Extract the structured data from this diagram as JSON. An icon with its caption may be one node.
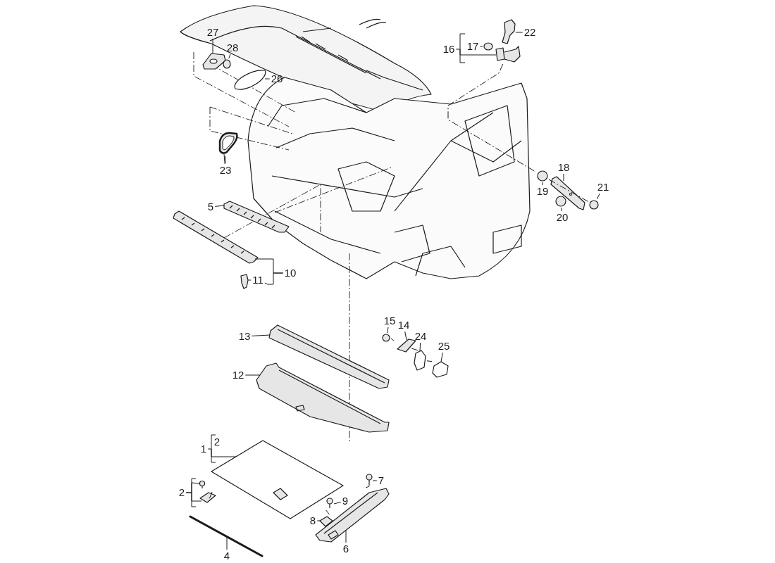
{
  "diagram": {
    "nodes": [
      {
        "text": [
          "27"
        ]
      },
      {
        "text": [],
        "shape": "picture"
      },
      {
        "text": [
          "28"
        ]
      },
      {
        "text": [],
        "shape": "circle"
      },
      {
        "text": [
          "26"
        ]
      },
      {
        "text": [],
        "shape": "picture"
      },
      {
        "text": [
          "22"
        ]
      },
      {
        "text": [],
        "shape": "picture"
      },
      {
        "text": [
          "16"
        ]
      },
      {
        "text": [
          "17"
        ]
      },
      {
        "text": [],
        "shape": "circle"
      },
      {
        "text": [],
        "shape": "picture"
      },
      {
        "text": [
          "23"
        ]
      },
      {
        "text": [],
        "shape": "picture"
      },
      {
        "text": [
          "18"
        ]
      },
      {
        "text": [],
        "shape": "picture"
      },
      {
        "text": [
          "19"
        ]
      },
      {
        "text": [],
        "shape": "circle"
      },
      {
        "text": [
          "21"
        ]
      },
      {
        "text": [],
        "shape": "circle"
      },
      {
        "text": [
          "20"
        ]
      },
      {
        "text": [],
        "shape": "circle"
      },
      {
        "text": [
          "5"
        ]
      },
      {
        "text": [],
        "shape": "picture"
      },
      {
        "text": [
          "10"
        ]
      },
      {
        "text": [],
        "shape": "picture"
      },
      {
        "text": [
          "11"
        ]
      },
      {
        "text": [],
        "shape": "picture"
      },
      {
        "text": [
          "13"
        ]
      },
      {
        "text": [],
        "shape": "picture"
      },
      {
        "text": [
          "15"
        ]
      },
      {
        "text": [],
        "shape": "circle"
      },
      {
        "text": [
          "14"
        ]
      },
      {
        "text": [],
        "shape": "picture"
      },
      {
        "text": [
          "24"
        ]
      },
      {
        "text": [],
        "shape": "picture"
      },
      {
        "text": [
          "25"
        ]
      },
      {
        "text": [],
        "shape": "picture"
      },
      {
        "text": [
          "12"
        ]
      },
      {
        "text": [],
        "shape": "picture"
      },
      {
        "text": [
          "1"
        ]
      },
      {
        "text": [],
        "shape": "picture"
      },
      {
        "text": [
          "2"
        ]
      },
      {
        "text": [],
        "shape": "picture"
      },
      {
        "text": [],
        "shape": "picture"
      },
      {
        "text": [
          "4"
        ]
      },
      {
        "text": [],
        "shape": "picture"
      },
      {
        "text": [
          "6"
        ]
      },
      {
        "text": [],
        "shape": "picture"
      },
      {
        "text": [
          "7"
        ]
      },
      {
        "text": [],
        "shape": "picture"
      },
      {
        "text": [
          "9"
        ]
      },
      {
        "text": [],
        "shape": "picture"
      },
      {
        "text": [
          "8"
        ]
      },
      {
        "text": [],
        "shape": "picture"
      }
    ],
    "edges": [
      {
        "from": 0,
        "to": 1,
        "arrow": "none"
      },
      {
        "from": 2,
        "to": 3,
        "arrow": "none"
      },
      {
        "from": 4,
        "to": 5,
        "arrow": "none"
      },
      {
        "from": 6,
        "to": 7,
        "arrow": "none"
      },
      {
        "from": 8,
        "to": 11,
        "arrow": "none"
      },
      {
        "from": 9,
        "to": 10,
        "arrow": "none"
      },
      {
        "from": 12,
        "to": 13,
        "arrow": "none"
      },
      {
        "from": 14,
        "to": 15,
        "arrow": "none"
      },
      {
        "from": 16,
        "to": 17,
        "arrow": "none"
      },
      {
        "from": 18,
        "to": 19,
        "arrow": "none"
      },
      {
        "from": 20,
        "to": 21,
        "arrow": "none"
      },
      {
        "from": 22,
        "to": 23,
        "arrow": "none"
      },
      {
        "from": 24,
        "to": 25,
        "arrow": "none"
      },
      {
        "from": 26,
        "to": 27,
        "arrow": "none"
      },
      {
        "from": 28,
        "to": 29,
        "arrow": "none"
      },
      {
        "from": 30,
        "to": 31,
        "arrow": "none"
      },
      {
        "from": 32,
        "to": 33,
        "arrow": "none"
      },
      {
        "from": 34,
        "to": 35,
        "arrow": "none"
      },
      {
        "from": 36,
        "to": 37,
        "arrow": "none"
      },
      {
        "from": 38,
        "to": 39,
        "arrow": "none"
      },
      {
        "from": 40,
        "to": 41,
        "arrow": "none"
      },
      {
        "from": 42,
        "to": 43,
        "arrow": "none"
      },
      {
        "from": 42,
        "to": 44,
        "arrow": "none"
      },
      {
        "from": 45,
        "to": 46,
        "arrow": "none"
      },
      {
        "from": 47,
        "to": 48,
        "arrow": "none"
      },
      {
        "from": 49,
        "to": 50,
        "arrow": "none"
      },
      {
        "from": 51,
        "to": 52,
        "arrow": "none"
      },
      {
        "from": 53,
        "to": 54,
        "arrow": "none"
      },
      {
        "from": 11,
        "to": 17,
        "arrow": "none",
        "style": "dashed"
      },
      {
        "from": 17,
        "to": 19,
        "arrow": "none",
        "style": "dashed"
      },
      {
        "from": 31,
        "to": 33,
        "arrow": "none",
        "style": "dashed"
      },
      {
        "from": 33,
        "to": 35,
        "arrow": "none",
        "style": "dashed"
      },
      {
        "from": 35,
        "to": 37,
        "arrow": "none",
        "style": "dashed"
      },
      {
        "from": 44,
        "to": 41,
        "arrow": "none",
        "style": "dashed"
      },
      {
        "from": 52,
        "to": 54,
        "arrow": "none",
        "style": "dashed"
      },
      {
        "from": 50,
        "to": 48,
        "arrow": "none",
        "style": "dashed"
      },
      {
        "from": 24,
        "to": 26,
        "arrow": "none"
      }
    ],
    "labels": [
      "2"
    ]
  }
}
